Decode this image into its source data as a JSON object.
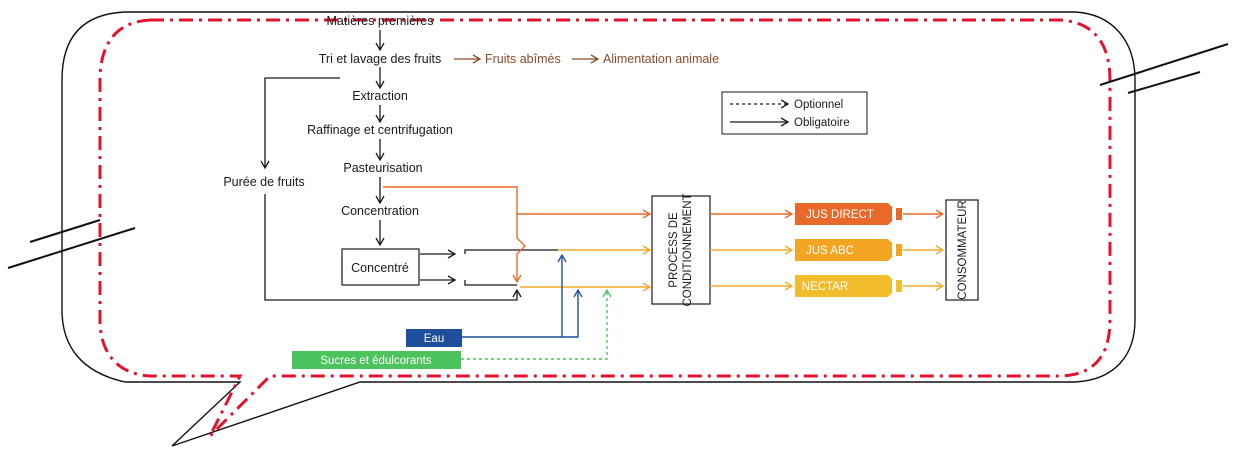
{
  "diagram": {
    "steps": {
      "raw": "Matières premières",
      "sort": "Tri et lavage des fruits",
      "extraction": "Extraction",
      "refining": "Raffinage et centrifugation",
      "pasteurisation": "Pasteurisation",
      "concentration": "Concentration",
      "concentrate": "Concentré",
      "puree": "Purée de fruits"
    },
    "side_branch": {
      "damaged": "Fruits abîmés",
      "animal_feed": "Alimentation animale"
    },
    "legend": {
      "optional": "Optionnel",
      "mandatory": "Obligatoire"
    },
    "inputs": {
      "water": "Eau",
      "sugars": "Sucres et édulcorants"
    },
    "packaging": {
      "line1": "PROCESS DE",
      "line2": "CONDITIONNEMENT"
    },
    "products": {
      "direct": "JUS DIRECT",
      "abc": "JUS ABC",
      "nectar": "NECTAR"
    },
    "consumer": "CONSOMMATEUR"
  },
  "colors": {
    "frame_dash": "#e3122f",
    "direct": "#e8692a",
    "abc": "#f3a422",
    "nectar": "#f2bd2c",
    "water": "#1f4e9a",
    "sugars": "#4cc35c",
    "brown": "#8a4a2a",
    "black": "#1a1a1a"
  }
}
